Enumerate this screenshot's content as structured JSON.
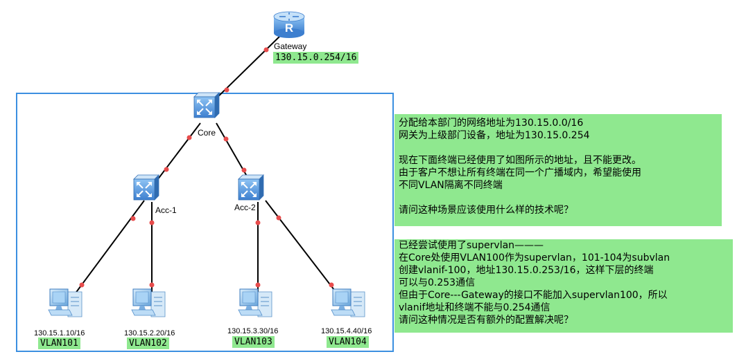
{
  "gateway": {
    "label": "Gateway",
    "ip": "130.15.0.254/16",
    "router_symbol": "R"
  },
  "core": {
    "label": "Core"
  },
  "acc1": {
    "label": "Acc-1"
  },
  "acc2": {
    "label": "Acc-2"
  },
  "pcs": [
    {
      "ip": "130.15.1.10/16",
      "vlan": "VLAN101"
    },
    {
      "ip": "130.15.2.20/16",
      "vlan": "VLAN102"
    },
    {
      "ip": "130.15.3.30/16",
      "vlan": "VLAN103"
    },
    {
      "ip": "130.15.4.40/16",
      "vlan": "VLAN104"
    }
  ],
  "note1": [
    "分配给本部门的网络地址为130.15.0.0/16",
    "网关为上级部门设备，地址为130.15.0.254",
    "",
    "现在下面终端已经使用了如图所示的地址，且不能更改。",
    "由于客户不想让所有终端在同一个广播域内，希望能使用",
    "不同VLAN隔离不同终端",
    "",
    "请问这种场景应该使用什么样的技术呢？"
  ],
  "note2": [
    "已经尝试使用了supervlan———",
    "在Core处使用VLAN100作为supervlan，101-104为subvlan",
    "创建vlanif-100，地址130.15.0.253/16，这样下层的终端",
    "可以与0.253通信",
    "但由于Core---Gateway的接口不能加入supervlan100，所以",
    "vlanif地址和终端不能与0.254通信",
    "请问这种情况是否有额外的配置解决呢？"
  ],
  "colors": {
    "highlight": "#8fe88f",
    "frame": "#3b8fe0",
    "link_dot": "#e84c4c",
    "device_blue": "#4b8fd6"
  },
  "icons": {
    "gateway": "router-icon",
    "core": "switch-icon",
    "acc": "switch-icon",
    "pc": "pc-icon"
  }
}
